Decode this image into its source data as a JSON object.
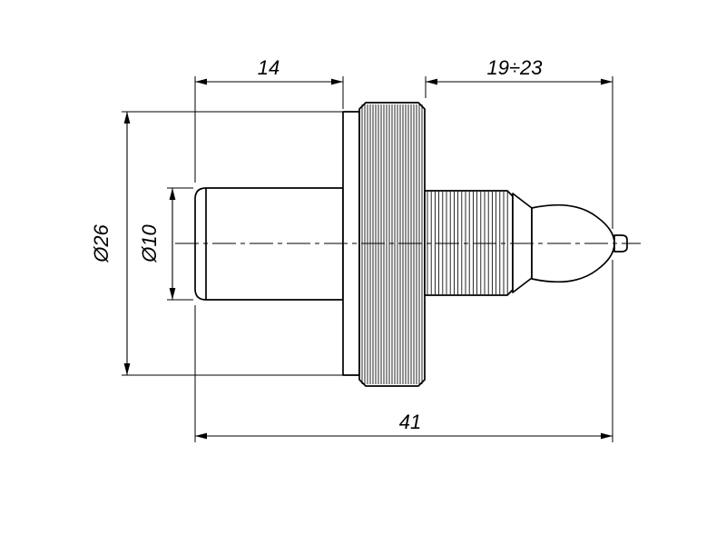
{
  "dimensions": {
    "shaft_length": "14",
    "tip_length_range": "19÷23",
    "flange_diameter": "Ø26",
    "shaft_diameter": "Ø10",
    "overall_length": "41"
  },
  "colors": {
    "line": "#000000",
    "background": "#ffffff"
  }
}
